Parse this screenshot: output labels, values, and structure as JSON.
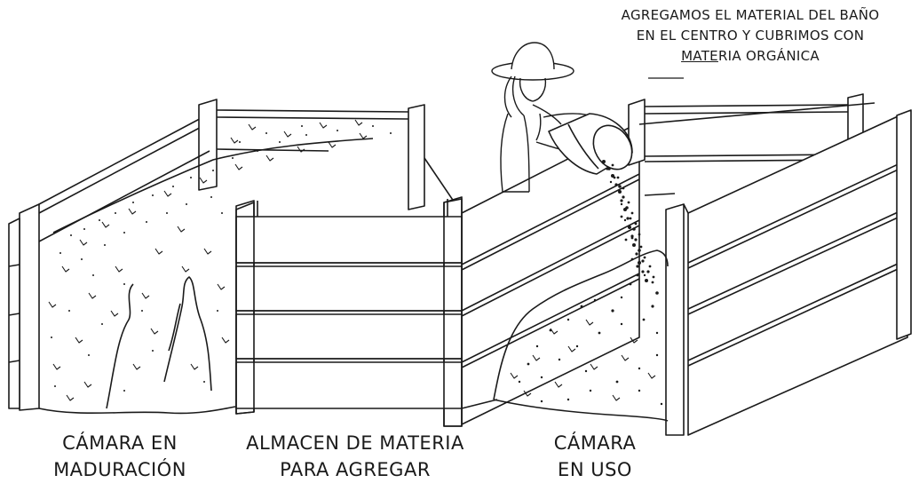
{
  "annotation": {
    "line1": "AGREGAMOS EL MATERIAL DEL BAÑO",
    "line2": "EN EL CENTRO Y CUBRIMOS CON",
    "line3_underlined": "MATE",
    "line3_rest": "RIA ORGÁNICA"
  },
  "labels": {
    "maduracion": {
      "line1": "CÁMARA EN",
      "line2": "MADURACIÓN"
    },
    "almacen": {
      "line1": "ALMACEN DE MATERIA",
      "line2": "PARA AGREGAR"
    },
    "uso": {
      "line1": "CÁMARA",
      "line2": "EN USO"
    }
  },
  "icons": [
    "woman-figure-icon",
    "bucket-icon"
  ],
  "colors": {
    "ink": "#1a1a1a",
    "background": "#ffffff"
  }
}
